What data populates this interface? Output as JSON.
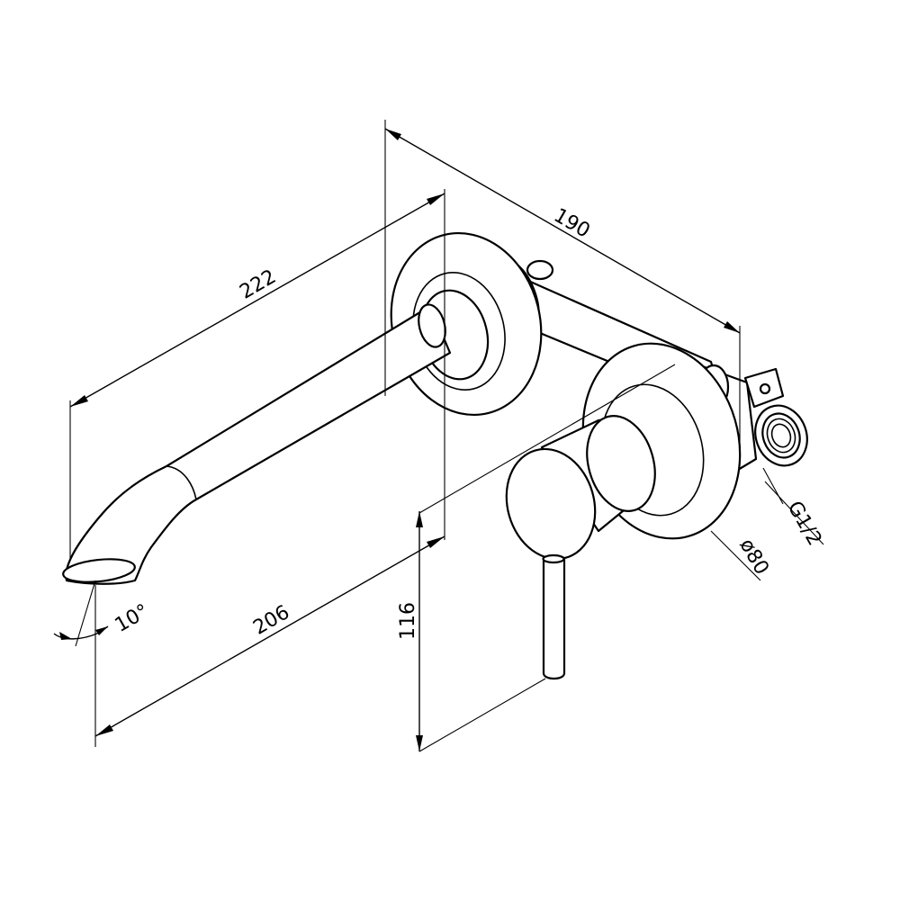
{
  "dimensions": {
    "overall_depth": "190",
    "spout_length": "222",
    "spout_projection": "206",
    "height": "116",
    "spout_angle": "10°",
    "connection_thread": "G1/2",
    "rosette_diameter": "ø80"
  },
  "colors": {
    "line": "#000000",
    "background": "#ffffff"
  }
}
